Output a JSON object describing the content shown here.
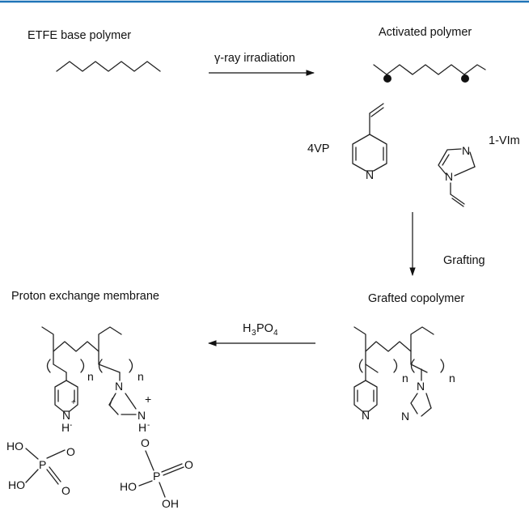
{
  "colors": {
    "top_rule": "#1f74b8",
    "ink": "#111111"
  },
  "labels": {
    "etfe": "ETFE base polymer",
    "activated": "Activated polymer",
    "irradiation": "γ-ray irradiation",
    "vp": "4VP",
    "vim": "1-VIm",
    "grafting": "Grafting",
    "grafted": "Grafted copolymer",
    "pem": "Proton exchange membrane",
    "acid_main": "H",
    "acid_sub3": "3",
    "acid_p": "PO",
    "acid_sub4": "4"
  },
  "atoms": {
    "n": "N",
    "p": "P",
    "o": "O",
    "ho": "HO",
    "oh": "OH",
    "plus": "+",
    "hminus": "H",
    "minus": "-",
    "repeat": "n"
  }
}
